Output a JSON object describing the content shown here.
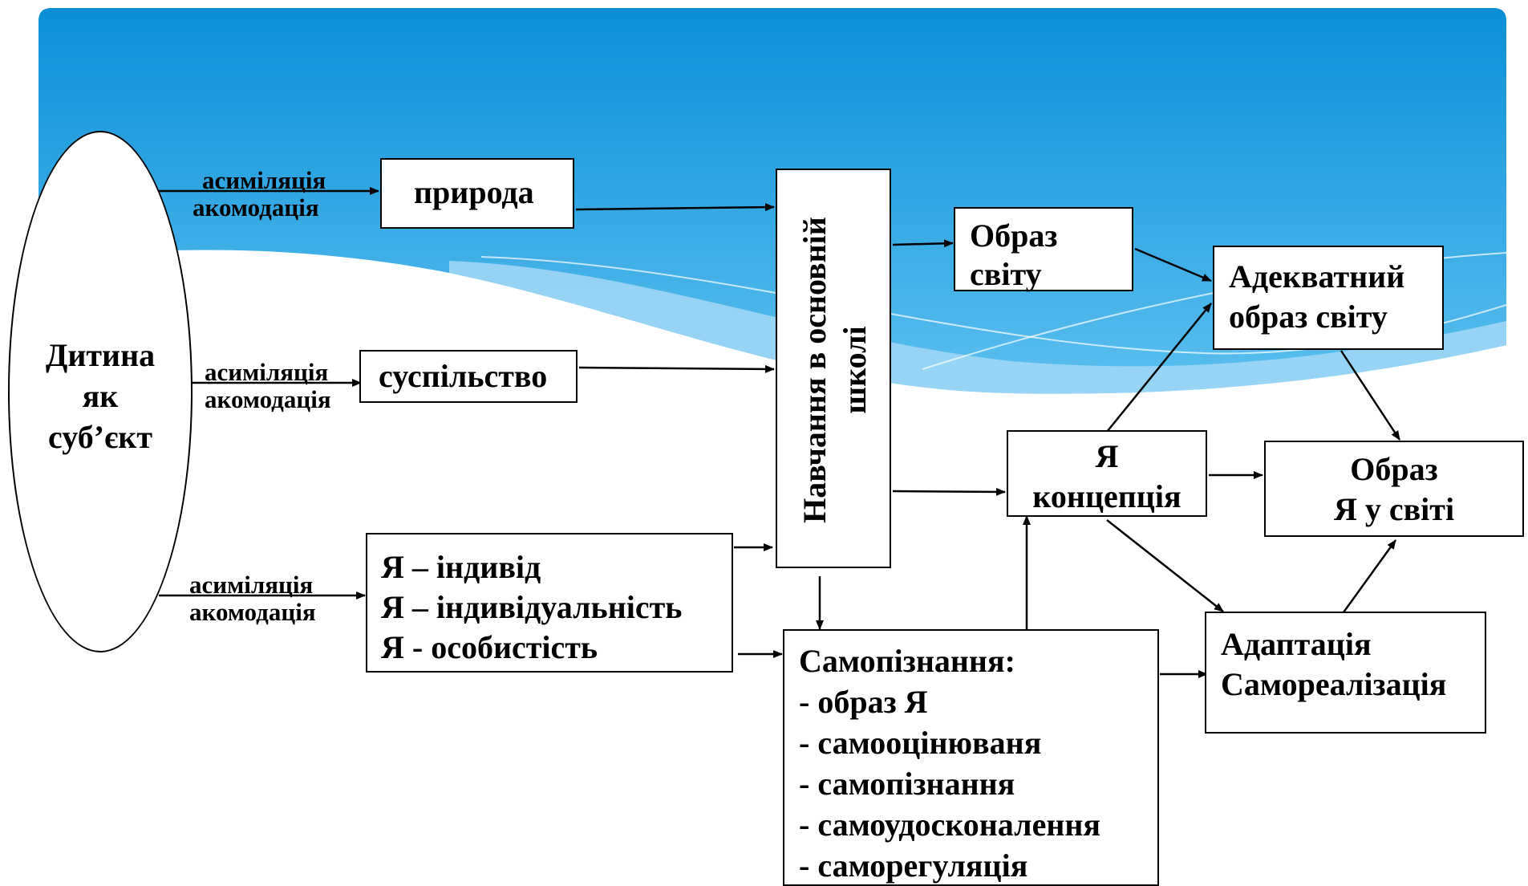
{
  "colors": {
    "sky_top": "#0a8fd8",
    "sky_mid": "#5cc0ef",
    "wave": "#9fd6f5",
    "ink": "#000000",
    "box": "#ffffff"
  },
  "child": {
    "line1": "Дитина",
    "line2": "як",
    "line3": "суб’єкт"
  },
  "edge_labels": {
    "top": {
      "a": "асиміляція",
      "b": "акомодація"
    },
    "mid": {
      "a": "асиміляція",
      "b": "акомодація"
    },
    "bottom": {
      "a": "асиміляція",
      "b": "акомодація"
    }
  },
  "nodes": {
    "nature": "природа",
    "society": "суспільство",
    "self_types": {
      "l1": "Я – індивід",
      "l2": "Я – індивідуальність",
      "l3": "Я - особистість"
    },
    "school": {
      "l1": "Навчання в основній",
      "l2": "школі"
    },
    "world_image": {
      "l1": "Образ",
      "l2": "світу"
    },
    "adequate_world": {
      "l1": "Адекватний",
      "l2": "образ світу"
    },
    "self_concept": {
      "l1": "Я",
      "l2": "концепція"
    },
    "self_in_world": {
      "l1": "Образ",
      "l2": "Я у світі"
    },
    "adaptation": {
      "l1": "Адаптація",
      "l2": "Самореалізація"
    },
    "self_knowledge": {
      "title": "Самопізнання:",
      "items": [
        "- образ Я",
        "- самооцінюваня",
        "- самопізнання",
        "- самоудосконалення",
        "- саморегуляція"
      ]
    }
  }
}
